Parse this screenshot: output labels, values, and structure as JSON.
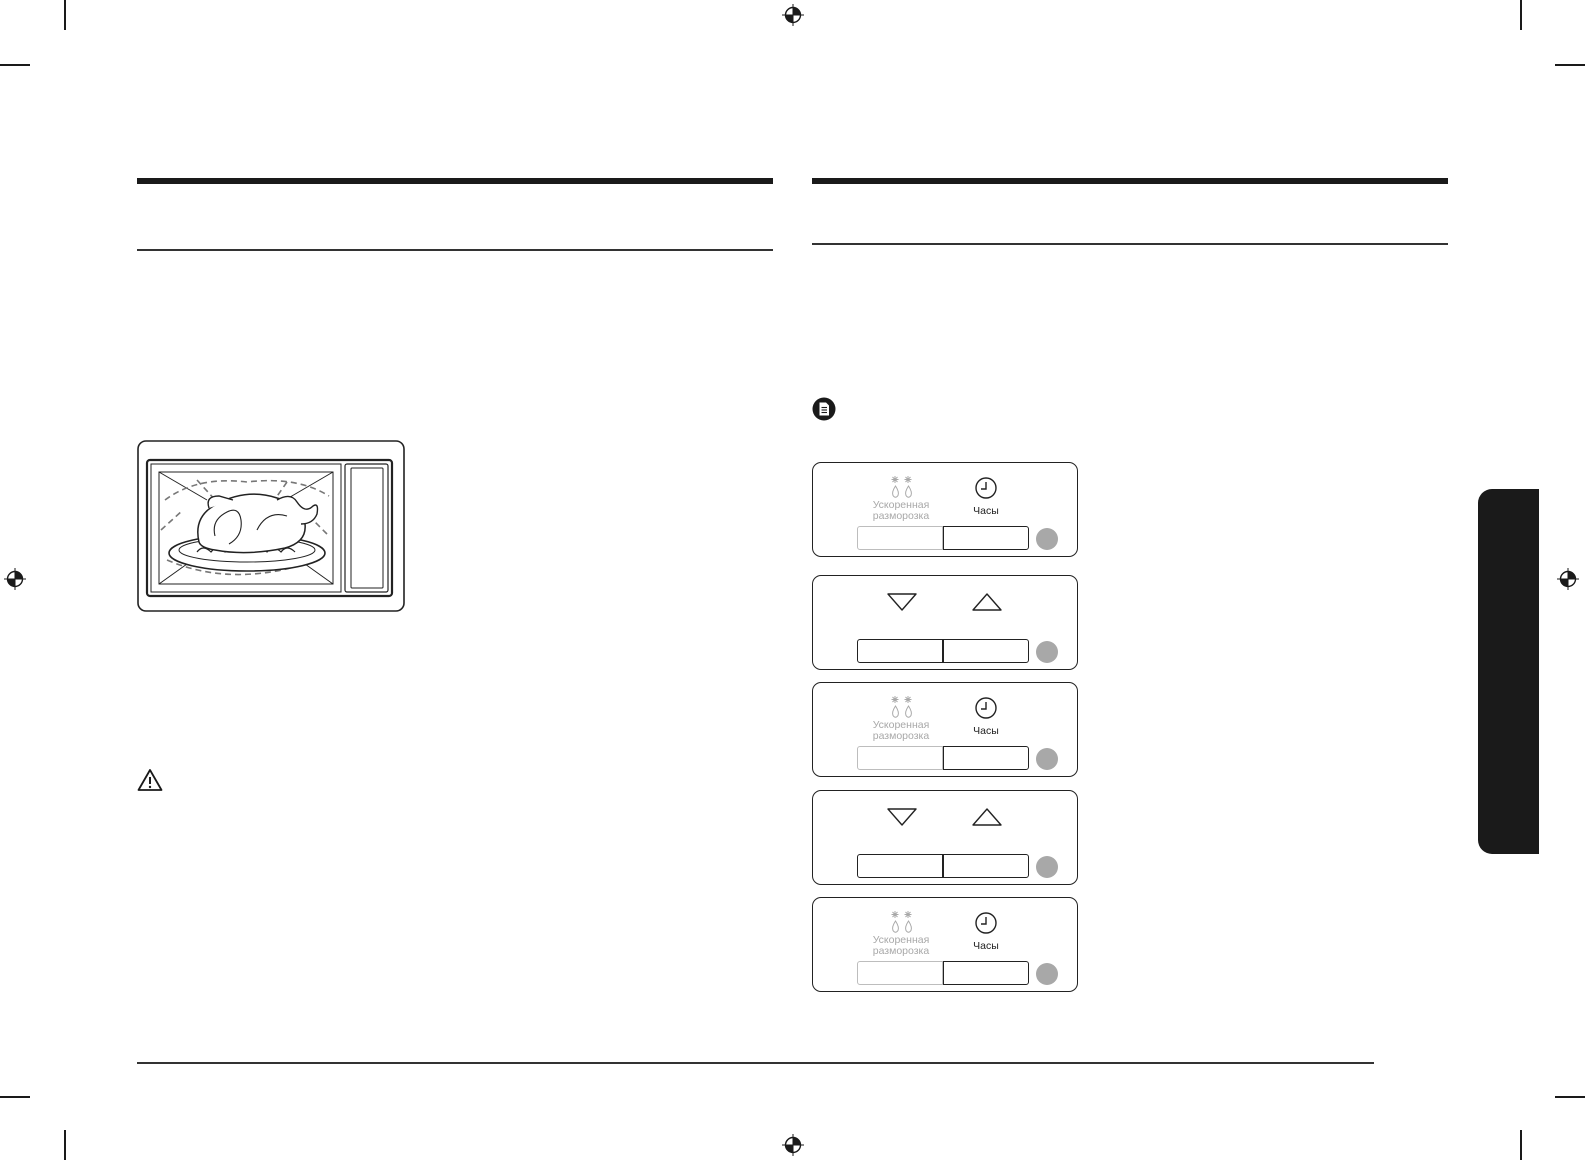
{
  "panels": [
    {
      "type": "defrost-clock",
      "defrost_label": "Ускоренная разморозка",
      "clock_label": "Часы"
    },
    {
      "type": "arrows"
    },
    {
      "type": "defrost-clock",
      "defrost_label": "Ускоренная разморозка",
      "clock_label": "Часы"
    },
    {
      "type": "arrows"
    },
    {
      "type": "defrost-clock",
      "defrost_label": "Ускоренная разморозка",
      "clock_label": "Часы"
    }
  ]
}
